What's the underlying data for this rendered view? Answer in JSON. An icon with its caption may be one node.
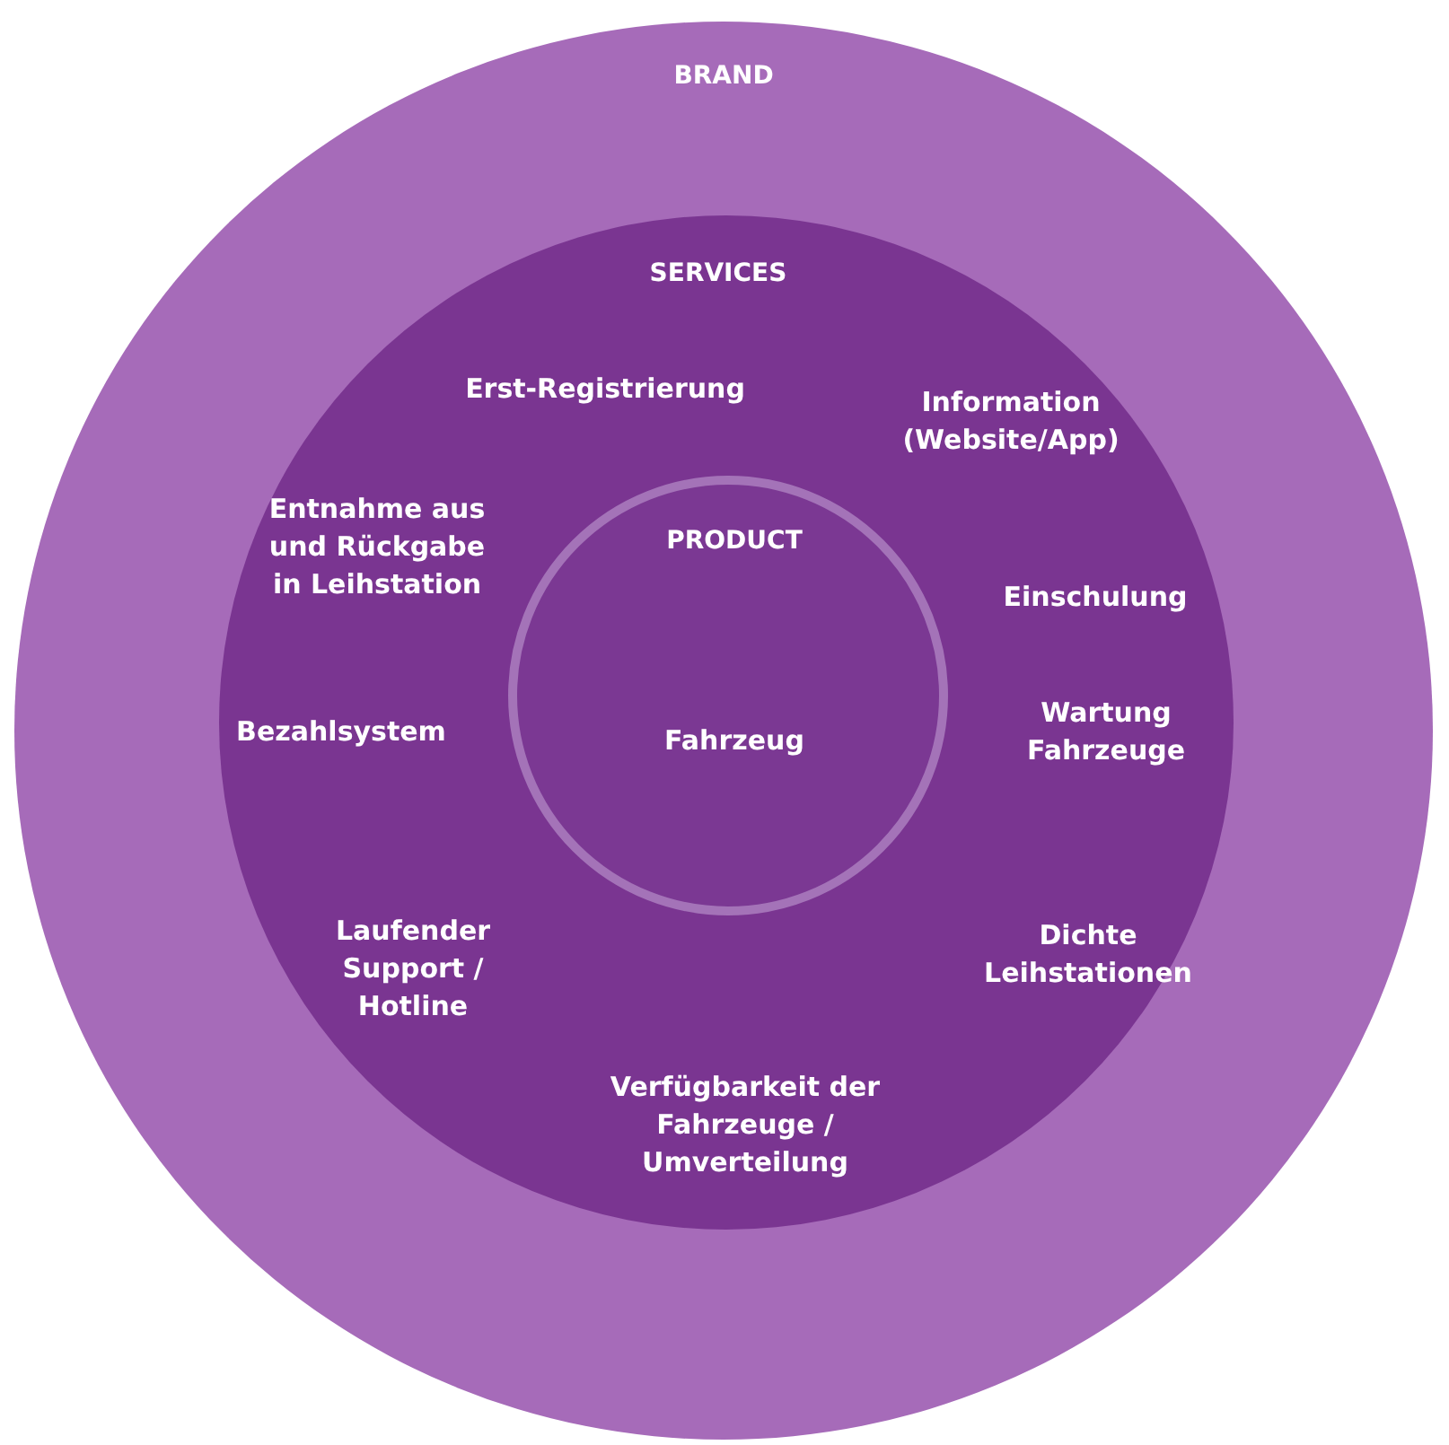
{
  "diagram": {
    "nodes": [
      {
        "text": [
          "BRAND"
        ]
      },
      {
        "text": [
          "SERVICES",
          "Erst-Registrierung",
          "Information (Website/App)",
          "Entnahme aus und Rückgabe in Leihstation",
          "Einschulung",
          "Bezahlsystem",
          "Wartung Fahrzeuge",
          "Laufender Support / Hotline",
          "Dichte Leihstationen",
          "Verfügbarkeit der Fahrzeuge / Umverteilung"
        ],
        "in": 0
      },
      {
        "text": [
          "PRODUCT",
          "Fahrzeug"
        ],
        "in": 1
      }
    ]
  }
}
